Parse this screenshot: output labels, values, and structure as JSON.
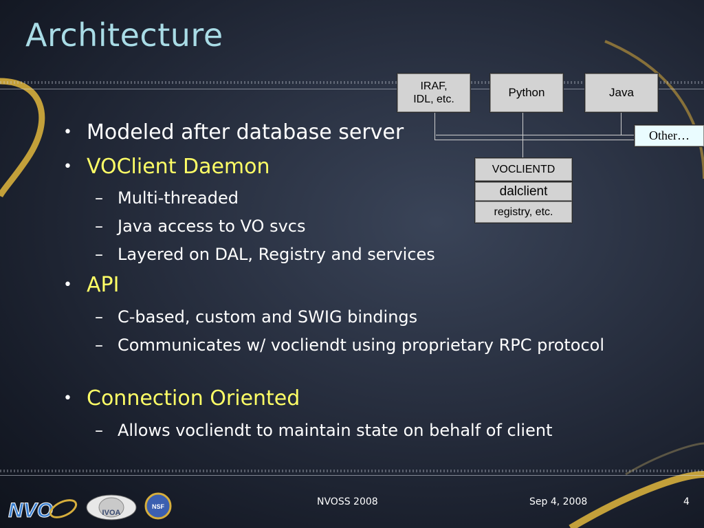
{
  "slide": {
    "title": "Architecture",
    "bullets": [
      {
        "text": "Modeled after database server",
        "highlight": false
      },
      {
        "text": "VOClient Daemon",
        "highlight": true,
        "sub": [
          "Multi-threaded",
          "Java access to VO svcs",
          "Layered on DAL, Registry and services"
        ]
      },
      {
        "text": "API",
        "highlight": true,
        "sub": [
          "C-based, custom and SWIG bindings",
          "Communicates w/ vocliendt using proprietary RPC protocol"
        ]
      },
      {
        "text": "Connection Oriented",
        "highlight": true,
        "sub": [
          "Allows vocliendt to maintain state on behalf of client"
        ]
      }
    ]
  },
  "diagram": {
    "clients": {
      "iraf_line1": "IRAF,",
      "iraf_line2": "IDL, etc.",
      "python": "Python",
      "java": "Java",
      "other": "Other…"
    },
    "daemon": {
      "top": "VOCLIENTD",
      "middle": "dalclient",
      "bottom": "registry, etc."
    }
  },
  "footer": {
    "center": "NVOSS 2008",
    "date": "Sep 4, 2008",
    "page": "4",
    "logo_nvo": "NVO",
    "logo_ivoa": "IVOA",
    "logo_nsf": "NSF"
  },
  "colors": {
    "title": "#a9dce6",
    "highlight": "#ffff66",
    "arc": "#d6ae3c",
    "box": "#d3d3d3"
  }
}
